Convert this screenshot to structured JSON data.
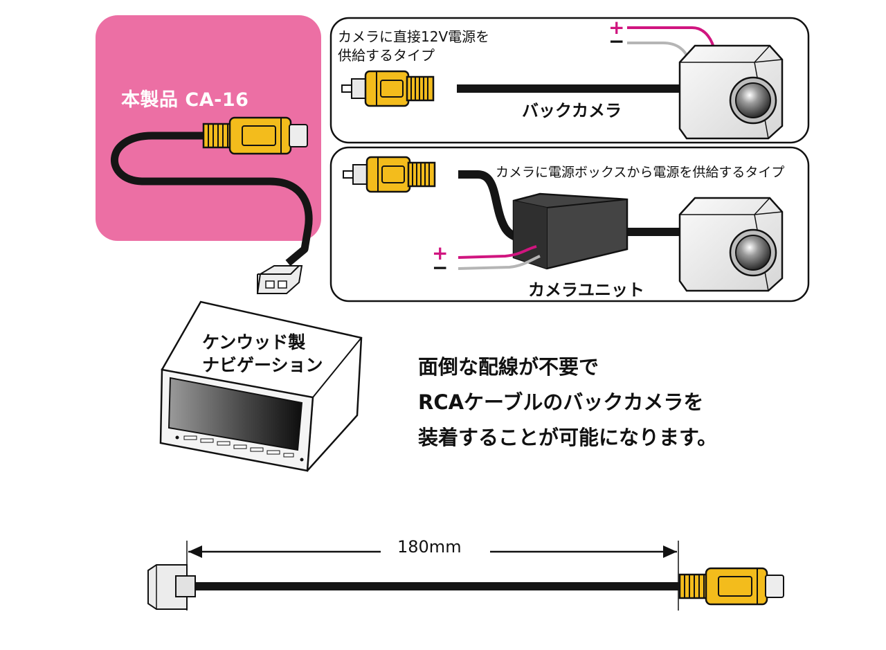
{
  "product_label": "本製品 CA-16",
  "panel_direct": {
    "description_line1": "カメラに直接12V電源を",
    "description_line2": "供給するタイプ",
    "camera_label": "バックカメラ"
  },
  "panel_box": {
    "description": "カメラに電源ボックスから電源を供給するタイプ",
    "unit_label": "カメラユニット"
  },
  "polarity": {
    "plus": "+",
    "minus": "−"
  },
  "navigation_label_line1": "ケンウッド製",
  "navigation_label_line2": "ナビゲーション",
  "main_text": [
    "面倒な配線が不要で",
    "RCAケーブルのバックカメラを",
    "装着することが可能になります。"
  ],
  "dimension_label": "180mm",
  "colors": {
    "pink_panel": "#ec6fa4",
    "rca_yellow": "#f3bc1c",
    "wire_magenta": "#d0157f",
    "wire_gray": "#b5b5b5",
    "cable_black": "#151515"
  }
}
